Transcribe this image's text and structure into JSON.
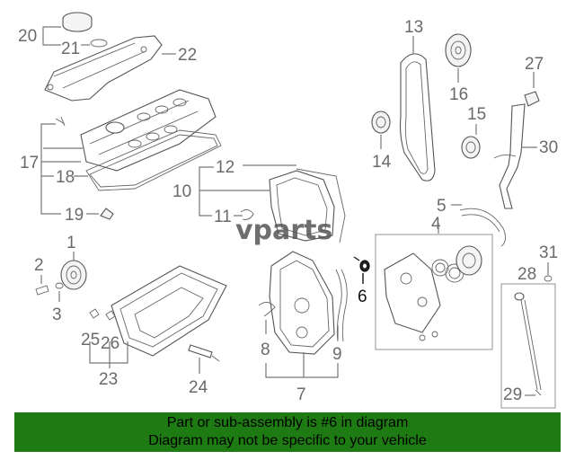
{
  "diagram": {
    "callouts": [
      {
        "id": "1",
        "label": "1"
      },
      {
        "id": "2",
        "label": "2"
      },
      {
        "id": "3",
        "label": "3"
      },
      {
        "id": "4",
        "label": "4"
      },
      {
        "id": "5",
        "label": "5"
      },
      {
        "id": "6",
        "label": "6"
      },
      {
        "id": "7",
        "label": "7"
      },
      {
        "id": "8",
        "label": "8"
      },
      {
        "id": "9",
        "label": "9"
      },
      {
        "id": "10",
        "label": "10"
      },
      {
        "id": "11",
        "label": "11"
      },
      {
        "id": "12",
        "label": "12"
      },
      {
        "id": "13",
        "label": "13"
      },
      {
        "id": "14",
        "label": "14"
      },
      {
        "id": "15",
        "label": "15"
      },
      {
        "id": "16",
        "label": "16"
      },
      {
        "id": "17",
        "label": "17"
      },
      {
        "id": "18",
        "label": "18"
      },
      {
        "id": "19",
        "label": "19"
      },
      {
        "id": "20",
        "label": "20"
      },
      {
        "id": "21",
        "label": "21"
      },
      {
        "id": "22",
        "label": "22"
      },
      {
        "id": "23",
        "label": "23"
      },
      {
        "id": "24",
        "label": "24"
      },
      {
        "id": "25",
        "label": "25"
      },
      {
        "id": "26",
        "label": "26"
      },
      {
        "id": "27",
        "label": "27"
      },
      {
        "id": "28",
        "label": "28"
      },
      {
        "id": "29",
        "label": "29"
      },
      {
        "id": "30",
        "label": "30"
      },
      {
        "id": "31",
        "label": "31"
      }
    ],
    "highlighted_callout": "6",
    "watermark": "vparts"
  },
  "footer": {
    "line1": "Part or sub-assembly is #6 in diagram",
    "line2": "Diagram may not be specific to your vehicle",
    "background": "#1e7a12"
  }
}
